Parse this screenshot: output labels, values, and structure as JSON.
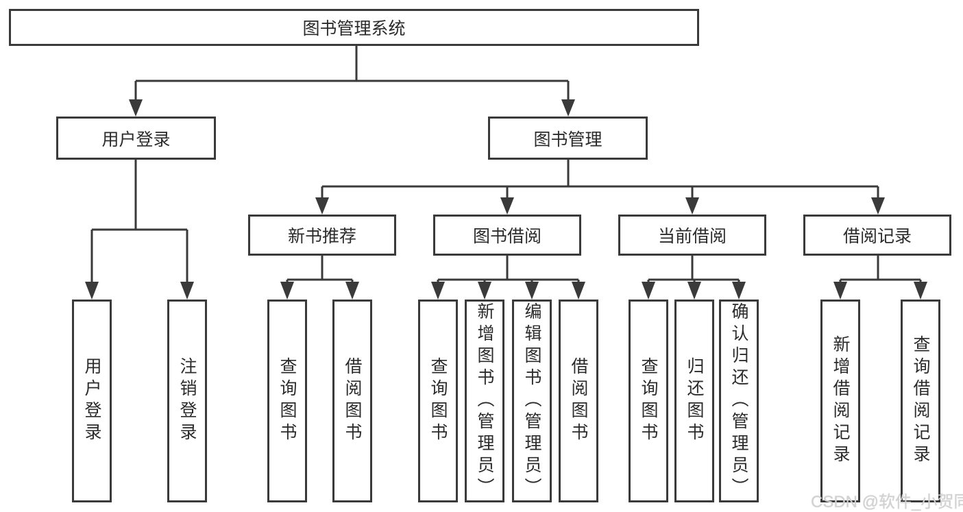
{
  "diagram": {
    "title": "图书管理系统",
    "colors": {
      "line": "#3a3a3a",
      "text": "#2b2b2b",
      "background": "#ffffff",
      "watermark": "#d2d2d2"
    },
    "tree": {
      "root": {
        "label": "图书管理系统",
        "children": [
          {
            "label": "用户登录",
            "children": [
              {
                "label": "用户登录"
              },
              {
                "label": "注销登录"
              }
            ]
          },
          {
            "label": "图书管理",
            "children": [
              {
                "label": "新书推荐",
                "children": [
                  {
                    "label": "查询图书"
                  },
                  {
                    "label": "借阅图书"
                  }
                ]
              },
              {
                "label": "图书借阅",
                "children": [
                  {
                    "label": "查询图书"
                  },
                  {
                    "label": "新增图书（管理员）"
                  },
                  {
                    "label": "编辑图书（管理员）"
                  },
                  {
                    "label": "借阅图书"
                  }
                ]
              },
              {
                "label": "当前借阅",
                "children": [
                  {
                    "label": "查询图书"
                  },
                  {
                    "label": "归还图书"
                  },
                  {
                    "label": "确认归还（管理员）"
                  }
                ]
              },
              {
                "label": "借阅记录",
                "children": [
                  {
                    "label": "新增借阅记录"
                  },
                  {
                    "label": "查询借阅记录"
                  }
                ]
              }
            ]
          }
        ]
      }
    }
  },
  "watermark": {
    "text": "CSDN @软件_小贺同学"
  }
}
